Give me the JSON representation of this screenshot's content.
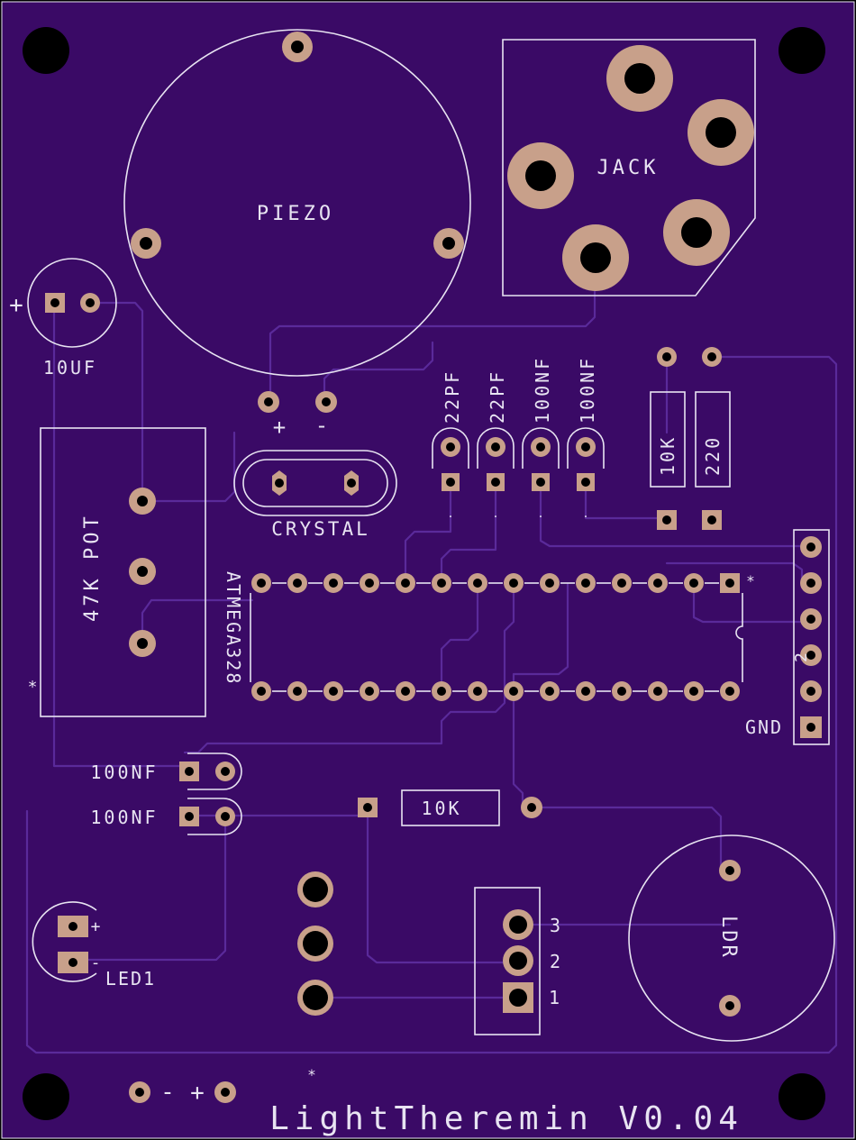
{
  "board": {
    "title": "LightTheremin V0.04",
    "colors": {
      "pcb": "#3a0a66",
      "silkscreen": "#e8e4f2",
      "copper": "#c8a08a",
      "trace": "#5a2a9a"
    }
  },
  "labels": {
    "piezo": "PIEZO",
    "jack": "JACK",
    "cap_10uf": "10UF",
    "plus": "+",
    "minus": "-",
    "crystal": "CRYSTAL",
    "cap_22pf_a": "22PF",
    "cap_22pf_b": "22PF",
    "cap_100nf_a": "100NF",
    "cap_100nf_b": "100NF",
    "res_10k_top": "10K",
    "res_220": "220",
    "pot": "47K POT",
    "mcu": "ATMEGA328",
    "gnd": "GND",
    "header_num": "2",
    "cap_100nf_c": "100NF",
    "cap_100nf_d": "100NF",
    "res_10k_mid": "10K",
    "ldr": "LDR",
    "led": "LED1",
    "pin3": "3",
    "pin2": "2",
    "pin1": "1",
    "star": "*",
    "power_minus": "-",
    "power_plus": "+"
  }
}
